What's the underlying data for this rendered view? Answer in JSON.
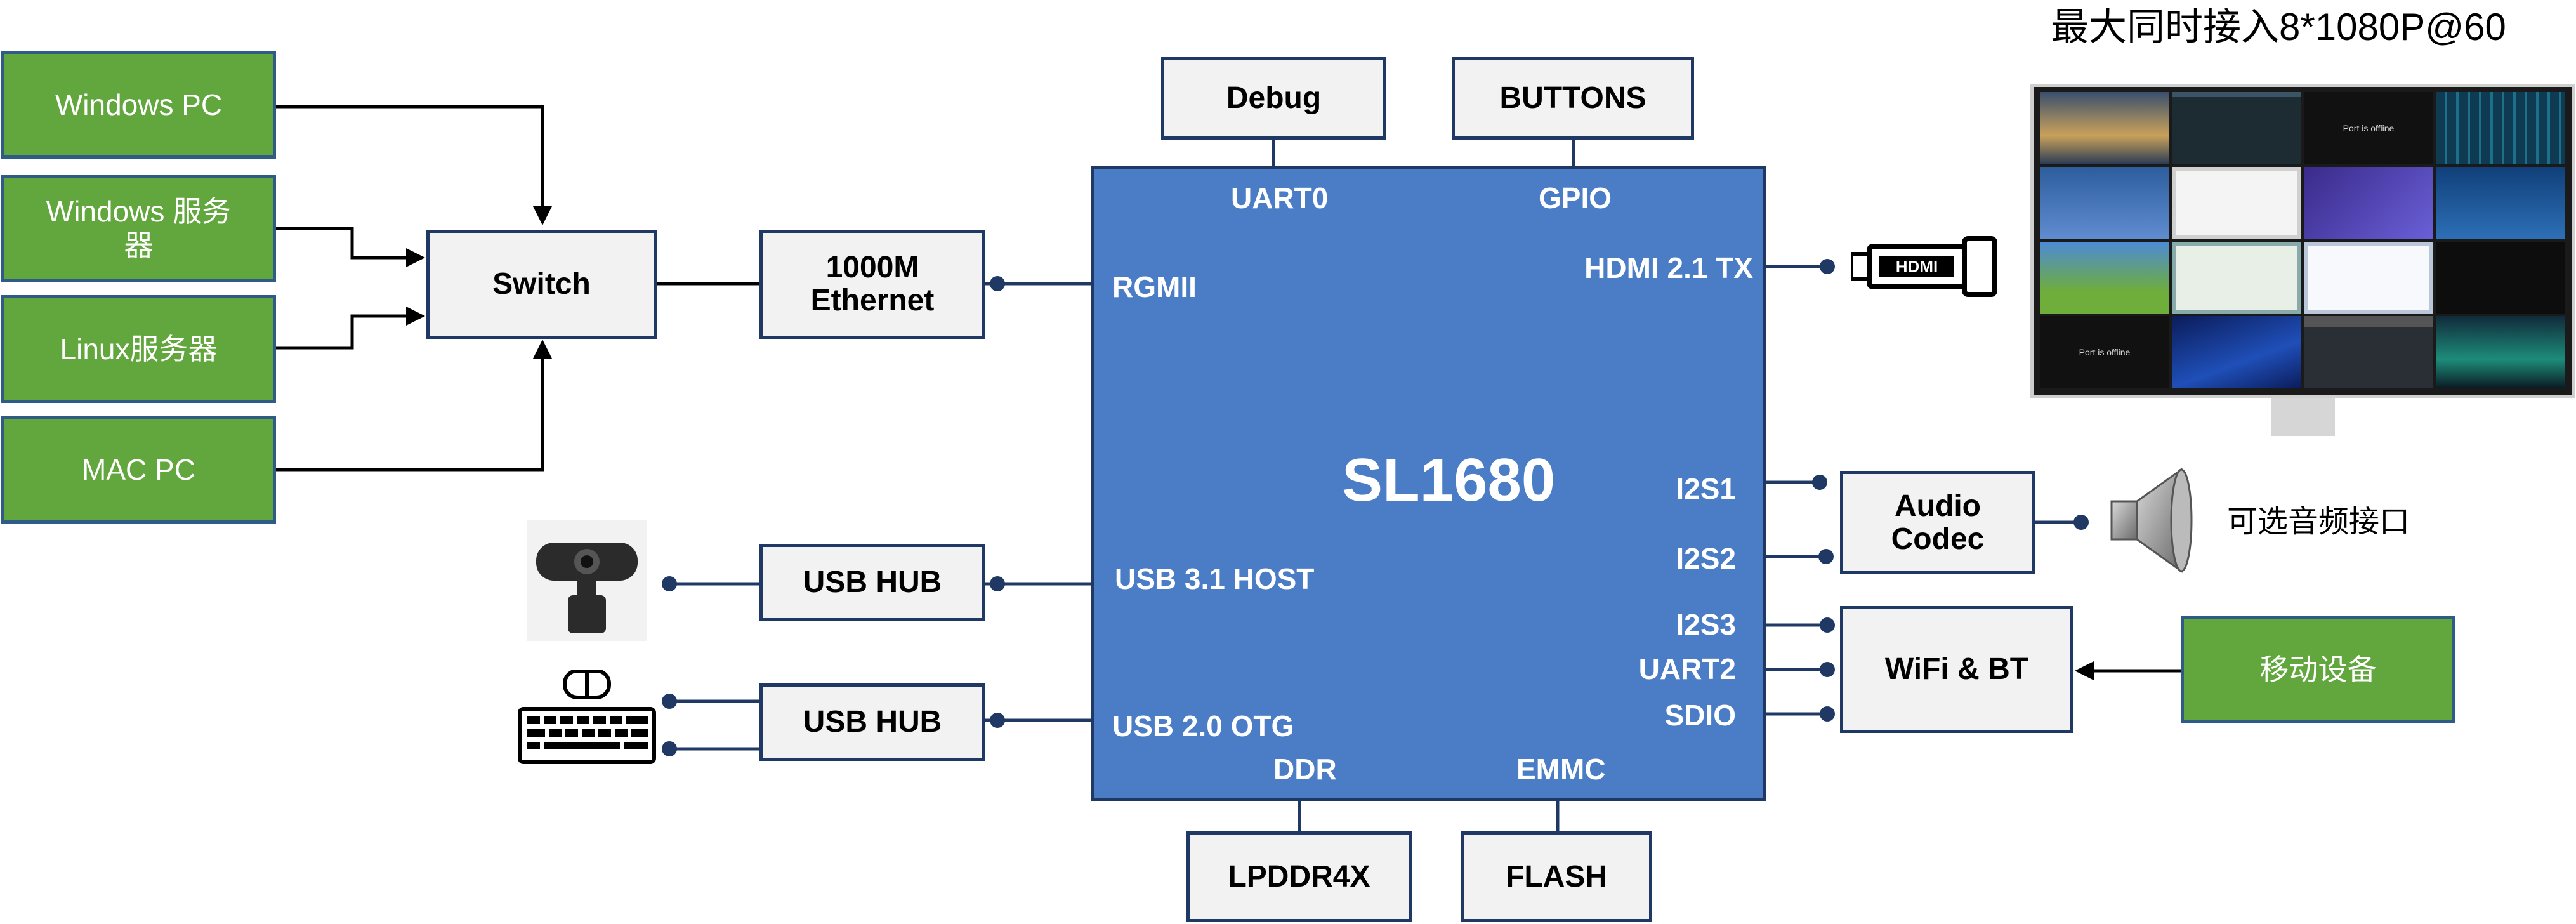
{
  "sources": [
    {
      "label": "Windows  PC"
    },
    {
      "label": "Windows  服务器"
    },
    {
      "label": "Linux服务器"
    },
    {
      "label": "MAC  PC"
    }
  ],
  "switch_label": "Switch",
  "ethernet_label": "1000M Ethernet",
  "debug_label": "Debug",
  "buttons_label": "BUTTONS",
  "usb_hub_top_label": "USB  HUB",
  "usb_hub_bottom_label": "USB  HUB",
  "lpddr_label": "LPDDR4X",
  "flash_label": "FLASH",
  "audio_codec_label": "Audio Codec",
  "wifi_label": "WiFi  &  BT",
  "mobile_label": "移动设备",
  "optional_audio_label": "可选音频接口",
  "monitor_title": "最大同时接入8*1080P@60",
  "hdmi_logo_text": "HDMI",
  "chip": {
    "name": "SL1680",
    "ports": {
      "uart0": "UART0",
      "gpio": "GPIO",
      "rgmii": "RGMII",
      "hdmi": "HDMI  2.1  TX",
      "i2s1": "I2S1",
      "i2s2": "I2S2",
      "i2s3": "I2S3",
      "uart2": "UART2",
      "sdio": "SDIO",
      "usb31": "USB  3.1  HOST",
      "usb20": "USB  2.0  OTG",
      "ddr": "DDR",
      "emmc": "EMMC"
    }
  },
  "monitor_tiles": [
    {
      "text": ""
    },
    {
      "text": ""
    },
    {
      "text": "Port is offline"
    },
    {
      "text": ""
    },
    {
      "text": ""
    },
    {
      "text": ""
    },
    {
      "text": ""
    },
    {
      "text": ""
    },
    {
      "text": ""
    },
    {
      "text": ""
    },
    {
      "text": ""
    },
    {
      "text": ""
    },
    {
      "text": "Port is offline"
    },
    {
      "text": ""
    },
    {
      "text": ""
    },
    {
      "text": ""
    }
  ],
  "colors": {
    "green_box": "#62a73d",
    "chip_blue": "#4a7dc6",
    "grey_box": "#f2f2f2",
    "border_navy": "#1f3864"
  }
}
